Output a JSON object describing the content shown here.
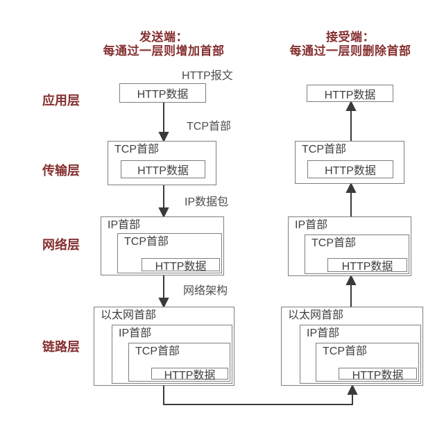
{
  "headers": {
    "sender": {
      "line1": "发送端：",
      "line2": "每通过一层则增加首部"
    },
    "receiver": {
      "line1": "接受端：",
      "line2": "每通过一层则删除首部"
    }
  },
  "layers": [
    {
      "id": "application",
      "label": "应用层"
    },
    {
      "id": "transport",
      "label": "传输层"
    },
    {
      "id": "network",
      "label": "网络层"
    },
    {
      "id": "link",
      "label": "链路层"
    }
  ],
  "arrow_labels": {
    "http_message": "HTTP报文",
    "tcp_header": "TCP首部",
    "ip_packet": "IP数据包",
    "network_frame": "网络架构"
  },
  "box_labels": {
    "http_data": "HTTP数据",
    "tcp_header": "TCP首部",
    "ip_header": "IP首部",
    "ethernet_header": "以太网首部"
  },
  "colors": {
    "accent_red": "#852f2f",
    "box_border": "#7d7d7d",
    "arrow": "#3a3a3a",
    "label_text": "#4d4d4d",
    "box_text": "#3f3f3f",
    "background": "#ffffff"
  }
}
